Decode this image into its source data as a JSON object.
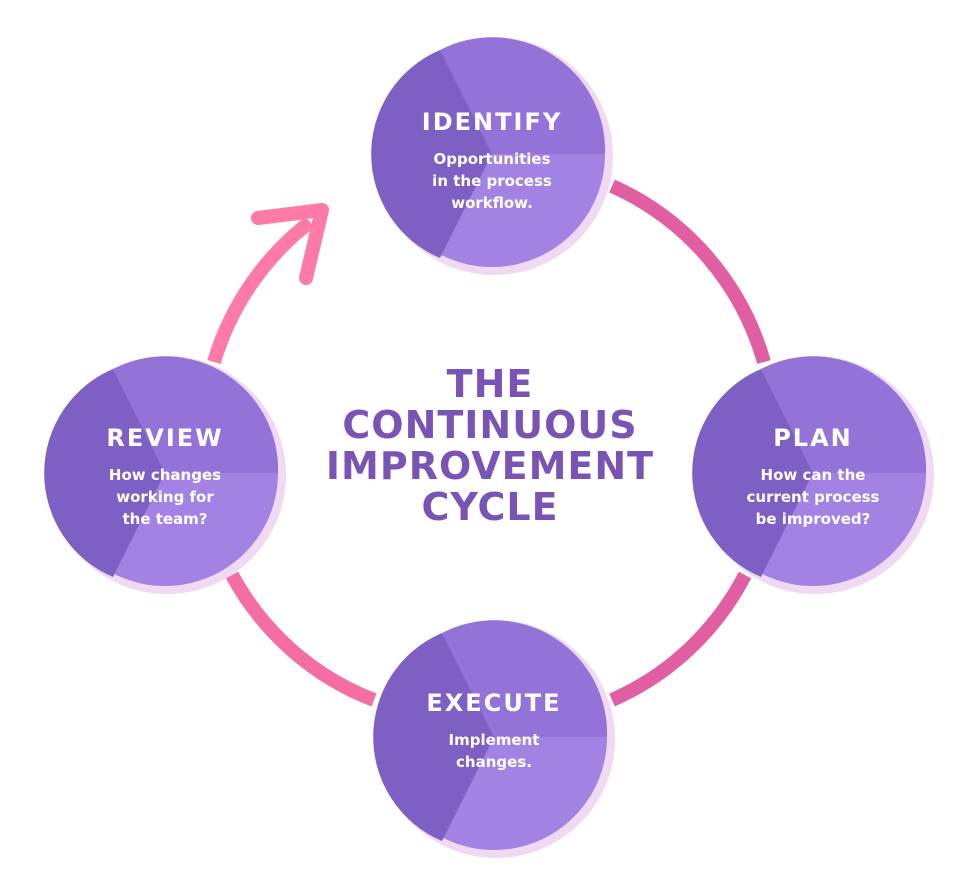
{
  "title": [
    "THE",
    "CONTINUOUS",
    "IMPROVEMENT",
    "CYCLE"
  ],
  "colors": {
    "ring": "#f06aa8",
    "ring_dark": "#d9509a",
    "halo": "#efd9f3",
    "node_light": "#a283e3",
    "node_mid": "#9473d8",
    "node_dark": "#7e5fc4",
    "title_text": "#7a54b5",
    "node_text": "#ffffff"
  },
  "nodes": [
    {
      "id": "identify",
      "title": "IDENTIFY",
      "lines": [
        "Opportunities",
        "in the process",
        "workflow."
      ]
    },
    {
      "id": "plan",
      "title": "PLAN",
      "lines": [
        "How can the",
        "current process",
        "be improved?"
      ]
    },
    {
      "id": "execute",
      "title": "EXECUTE",
      "lines": [
        "Implement",
        "changes."
      ]
    },
    {
      "id": "review",
      "title": "REVIEW",
      "lines": [
        "How changes",
        "working for",
        "the team?"
      ]
    }
  ]
}
